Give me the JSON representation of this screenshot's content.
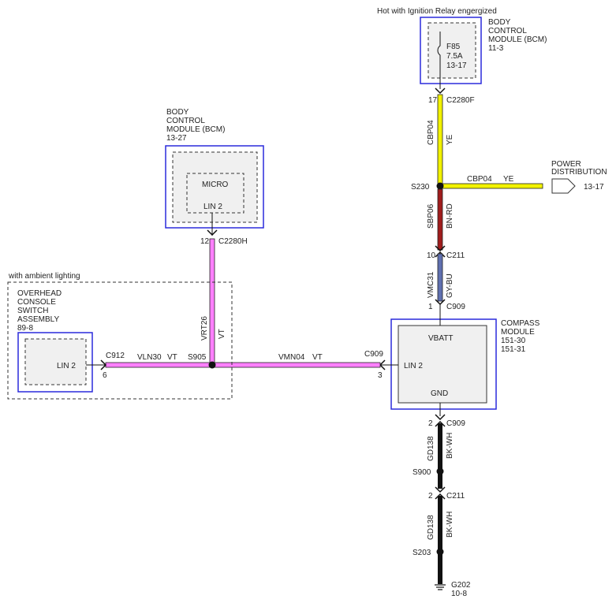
{
  "colors": {
    "yellow": "#f2f200",
    "brown": "#a01c1c",
    "violet": "#ff80ff",
    "gray_blue": "#6070b0",
    "black": "#111111",
    "module_border": "#2a2adc",
    "module_fill": "#f0f0f0"
  },
  "top_bcm": {
    "caption": "Hot with Ignition Relay engergized",
    "title_lines": [
      "BODY",
      "CONTROL",
      "MODULE (BCM)",
      "11-3"
    ],
    "fuse_id": "F85",
    "fuse_rating": "7.5A",
    "fuse_ref": "13-17"
  },
  "top_connector": {
    "pin": "17",
    "name": "C2280F"
  },
  "wire_cbp04_vertical": {
    "circuit": "CBP04",
    "color": "YE"
  },
  "splice_s230": {
    "label": "S230"
  },
  "wire_cbp04_horizontal": {
    "circuit": "CBP04",
    "color": "YE"
  },
  "power_distribution": {
    "title_lines": [
      "POWER",
      "DISTRIBUTION"
    ],
    "ref": "13-17"
  },
  "wire_sbp06": {
    "circuit": "SBP06",
    "color": "BN-RD"
  },
  "c211_upper": {
    "pin": "10",
    "name": "C211"
  },
  "wire_vmc31": {
    "circuit": "VMC31",
    "color": "GY-BU"
  },
  "c909_upper": {
    "pin": "1",
    "name": "C909"
  },
  "compass_module": {
    "title_lines": [
      "COMPASS",
      "MODULE",
      "151-30",
      "151-31"
    ],
    "pin_vbatt": "VBATT",
    "pin_lin": "LIN 2",
    "pin_gnd": "GND"
  },
  "c909_lin": {
    "name": "C909",
    "pin": "3"
  },
  "c909_lower": {
    "pin": "2",
    "name": "C909"
  },
  "wire_gd138_upper": {
    "circuit": "GD138",
    "color": "BK-WH"
  },
  "splice_s900": {
    "label": "S900"
  },
  "c211_lower": {
    "pin": "2",
    "name": "C211"
  },
  "wire_gd138_lower": {
    "circuit": "GD138",
    "color": "BK-WH"
  },
  "splice_s203": {
    "label": "S203"
  },
  "ground_g202": {
    "label": "G202",
    "ref": "10-8"
  },
  "mid_bcm": {
    "title_lines": [
      "BODY",
      "CONTROL",
      "MODULE (BCM)",
      "13-27"
    ],
    "micro_label": "MICRO",
    "pin_label": "LIN 2"
  },
  "c2280h": {
    "pin": "12",
    "name": "C2280H"
  },
  "wire_vrt26": {
    "circuit": "VRT26",
    "color": "VT"
  },
  "splice_s905": {
    "label": "S905"
  },
  "wire_vmn04": {
    "circuit": "VMN04",
    "color": "VT"
  },
  "overhead_console": {
    "option_caption": "with ambient lighting",
    "title_lines": [
      "OVERHEAD",
      "CONSOLE",
      "SWITCH",
      "ASSEMBLY",
      "89-8"
    ],
    "pin_label": "LIN 2"
  },
  "c912": {
    "name": "C912",
    "pin": "6"
  },
  "wire_vln30": {
    "circuit": "VLN30",
    "color": "VT"
  }
}
